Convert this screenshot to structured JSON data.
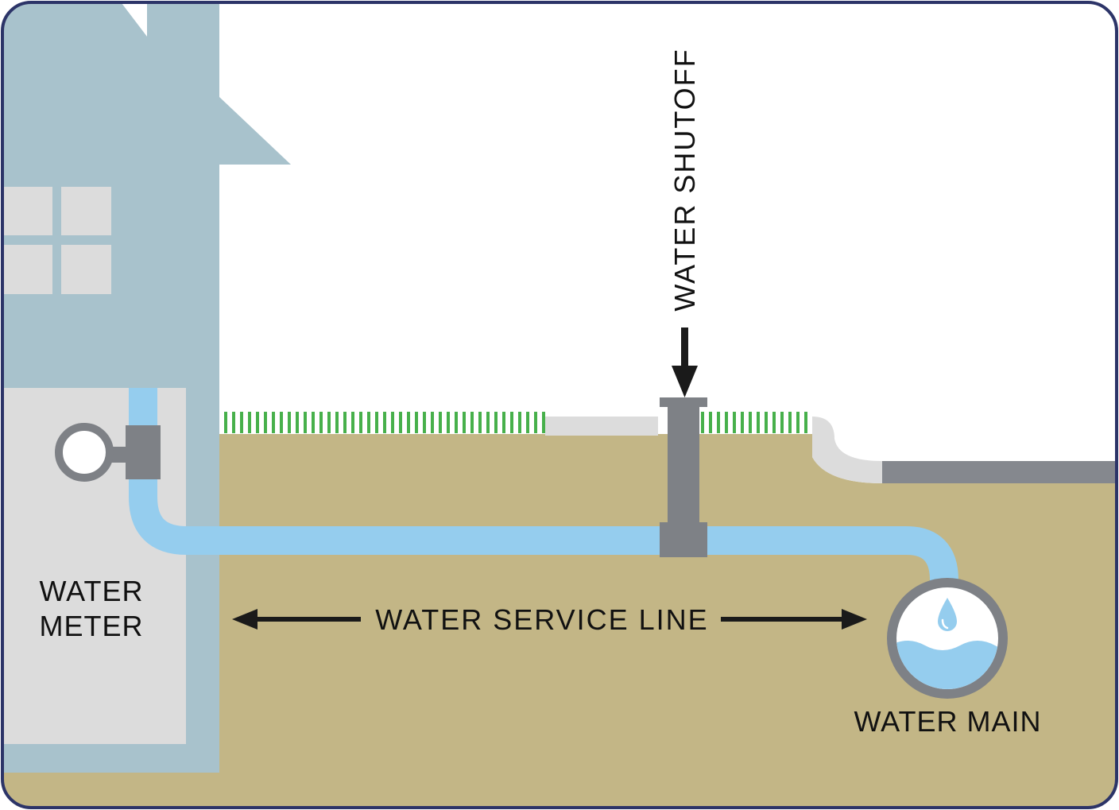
{
  "labels": {
    "water_meter_line1": "WATER",
    "water_meter_line2": "METER",
    "water_shutoff": "WATER SHUTOFF",
    "water_service_line": "WATER SERVICE LINE",
    "water_main": "WATER MAIN"
  },
  "icons": [
    "arrow-left-icon",
    "arrow-right-icon",
    "arrow-down-icon",
    "water-drop-icon",
    "meter-dial-icon"
  ],
  "colors": {
    "frame_border": "#2c3468",
    "house": "#a8c2cc",
    "basement_wall": "#dcdcdc",
    "soil": "#c3b686",
    "water_pipe": "#95cdee",
    "fittings": "#7e8186",
    "grass": "#47b04b",
    "sidewalk": "#dcdcdc",
    "road": "#85888e",
    "main_water": "#95cdee",
    "text": "#111111"
  }
}
